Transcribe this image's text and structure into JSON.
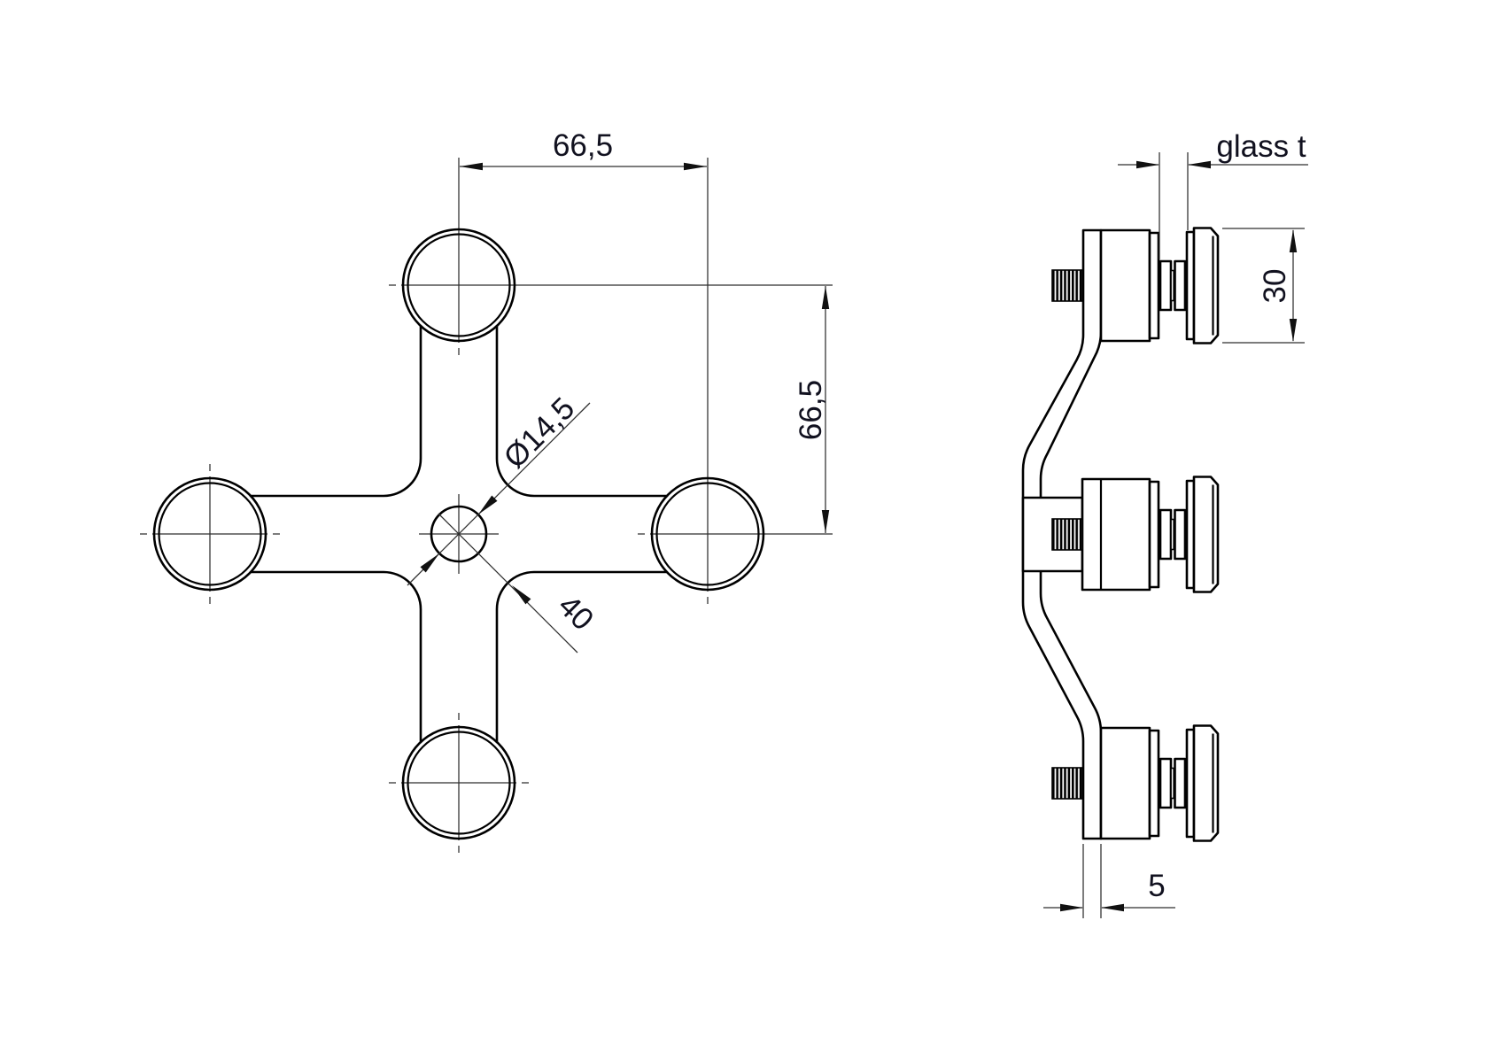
{
  "drawing": {
    "background_color": "#ffffff",
    "outline_color": "#000000",
    "thin_line_color": "#2e2e2e",
    "text_color": "#11111f",
    "front_view": {
      "dim_horizontal_spacing": "66,5",
      "dim_vertical_spacing": "66,5",
      "dim_center_hole": "Ø14,5",
      "dim_arm_width": "40"
    },
    "side_view": {
      "dim_glass_thickness": "glass t",
      "dim_fitting_height": "30",
      "dim_plate_thickness": "5"
    }
  }
}
